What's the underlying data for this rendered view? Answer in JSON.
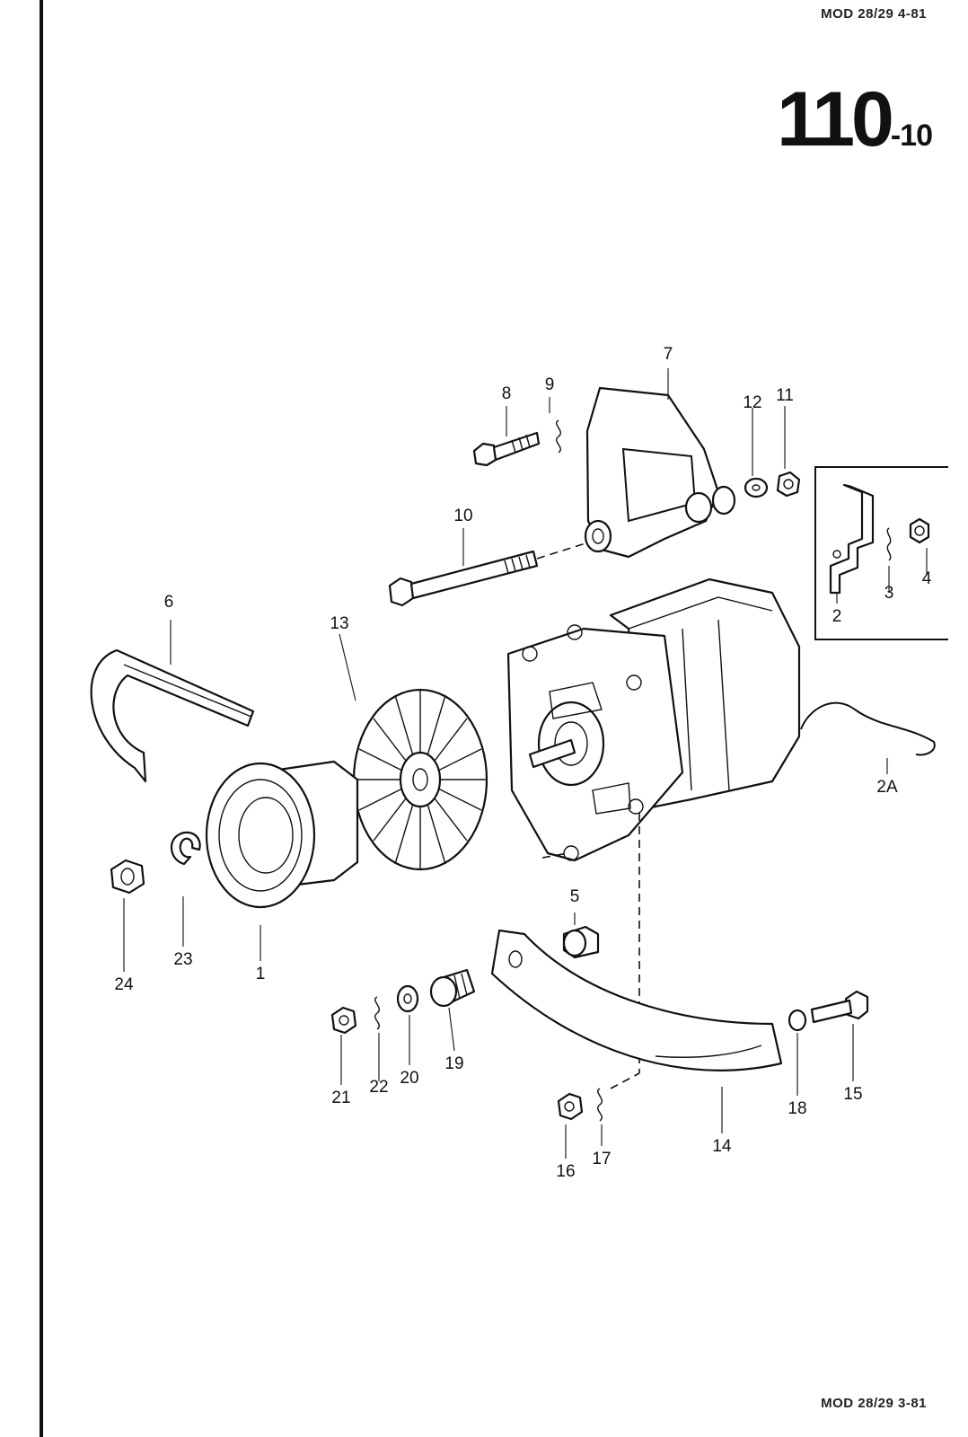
{
  "header": {
    "top_right": "MOD 28/29  4-81",
    "page_code": "110",
    "page_code_suffix": "-10"
  },
  "footer": {
    "bottom_right": "MOD 28/29  3-81"
  },
  "callouts": [
    {
      "id": "c1",
      "label": "1"
    },
    {
      "id": "c2",
      "label": "2"
    },
    {
      "id": "c2A",
      "label": "2A"
    },
    {
      "id": "c3",
      "label": "3"
    },
    {
      "id": "c4",
      "label": "4"
    },
    {
      "id": "c5",
      "label": "5"
    },
    {
      "id": "c6",
      "label": "6"
    },
    {
      "id": "c7",
      "label": "7"
    },
    {
      "id": "c8",
      "label": "8"
    },
    {
      "id": "c9",
      "label": "9"
    },
    {
      "id": "c10",
      "label": "10"
    },
    {
      "id": "c11",
      "label": "11"
    },
    {
      "id": "c12",
      "label": "12"
    },
    {
      "id": "c13",
      "label": "13"
    },
    {
      "id": "c14",
      "label": "14"
    },
    {
      "id": "c15",
      "label": "15"
    },
    {
      "id": "c16",
      "label": "16"
    },
    {
      "id": "c17",
      "label": "17"
    },
    {
      "id": "c18",
      "label": "18"
    },
    {
      "id": "c19",
      "label": "19"
    },
    {
      "id": "c20",
      "label": "20"
    },
    {
      "id": "c21",
      "label": "21"
    },
    {
      "id": "c22",
      "label": "22"
    },
    {
      "id": "c23",
      "label": "23"
    },
    {
      "id": "c24",
      "label": "24"
    }
  ]
}
